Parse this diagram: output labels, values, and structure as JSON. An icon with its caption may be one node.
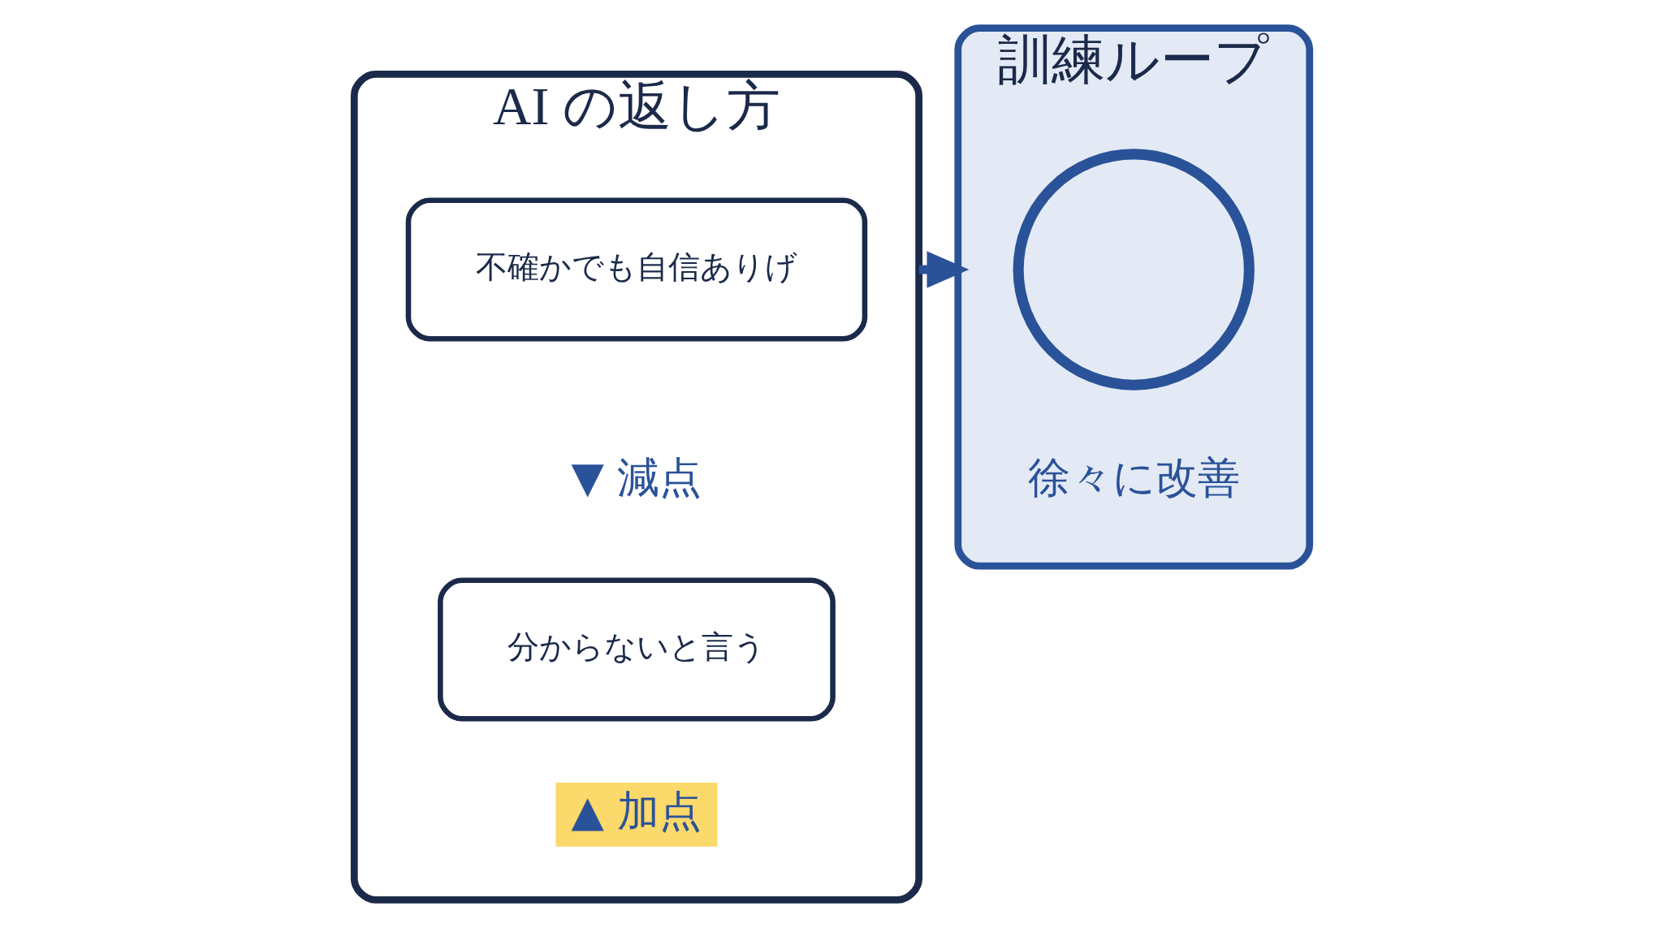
{
  "diagram": {
    "nodes": [
      {
        "text": [
          "AI の返し方"
        ]
      },
      {
        "text": [
          "不確かでも自信ありげ"
        ],
        "in": 0,
        "beside": [
          "▼ 減点"
        ]
      },
      {
        "text": [
          "分からないと言う"
        ],
        "in": 0,
        "beside": [
          "▲ 加点"
        ]
      },
      {
        "text": [
          "訓練ループ"
        ]
      },
      {
        "text": [],
        "shape": "circle",
        "in": 3,
        "beside": [
          "徐々に改善"
        ]
      }
    ],
    "edges": [
      {
        "from": 0,
        "to": 3,
        "arrow": "to"
      }
    ]
  }
}
